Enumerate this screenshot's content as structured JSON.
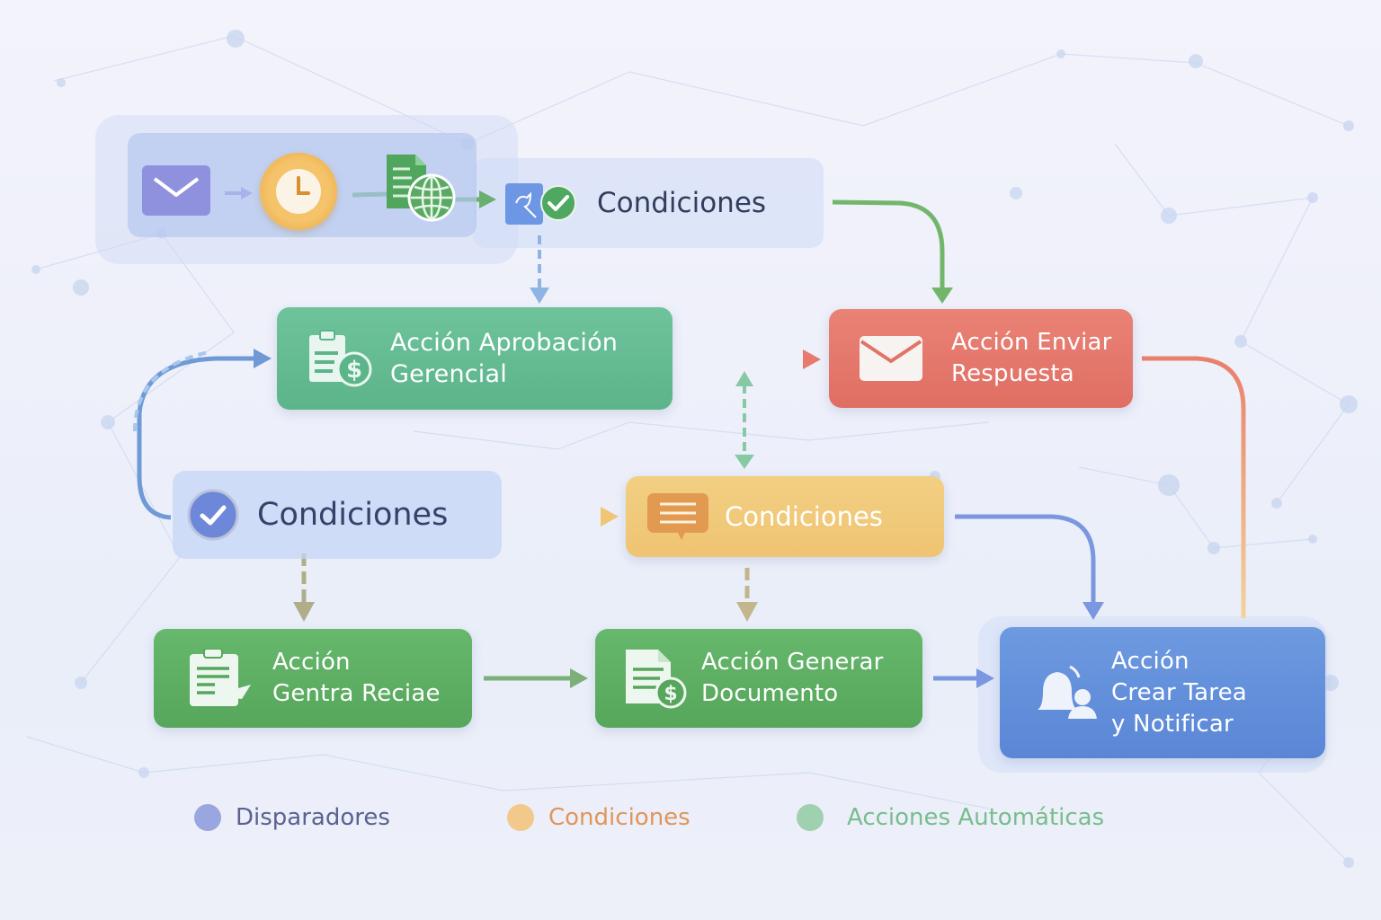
{
  "diagram": {
    "title": "",
    "colors": {
      "trigger": "#9aa6e0",
      "condition": "#f2c67a",
      "action": "#7fc79a",
      "red_action": "#e27367",
      "blue_action": "#5f8bd8"
    }
  },
  "trigger_strip": {
    "icons": [
      "envelope-icon",
      "clock-icon",
      "document-globe-icon"
    ],
    "connectors": [
      "arrow-purple",
      "arrow-green"
    ]
  },
  "nodes": {
    "cond_top": {
      "label": "Condiciones",
      "icons": [
        "search-check-icon",
        "check-circle-icon"
      ]
    },
    "approval": {
      "line1": "Acción Aprobación",
      "line2": "Gerencial",
      "icon": "clipboard-dollar-icon"
    },
    "send_reply": {
      "line1": "Acción Enviar",
      "line2": "Respuesta",
      "icon": "envelope-icon"
    },
    "cond_left": {
      "label": "Condiciones",
      "icon": "check-circle-icon"
    },
    "cond_mid": {
      "label": "Condiciones",
      "icon": "chat-lines-icon"
    },
    "gentra": {
      "line1": "Acción",
      "line2": "Gentra Reciae",
      "icon": "clipboard-edit-icon"
    },
    "gen_doc": {
      "line1": "Acción Generar",
      "line2": "Documento",
      "icon": "document-dollar-icon"
    },
    "task_notify": {
      "line1": "Acción",
      "line2": "Crear Tarea",
      "line3": "y Notificar",
      "icon": "bell-user-icon"
    }
  },
  "legend": {
    "items": [
      {
        "label": "Disparadores",
        "dot": "#9aa6e0",
        "text": "#5a628f"
      },
      {
        "label": "Condiciones",
        "dot": "#f2c98a",
        "text": "#e0955a"
      },
      {
        "label": "Acciones Automáticas",
        "dot": "#9fd0b0",
        "text": "#78bd8d"
      }
    ]
  }
}
